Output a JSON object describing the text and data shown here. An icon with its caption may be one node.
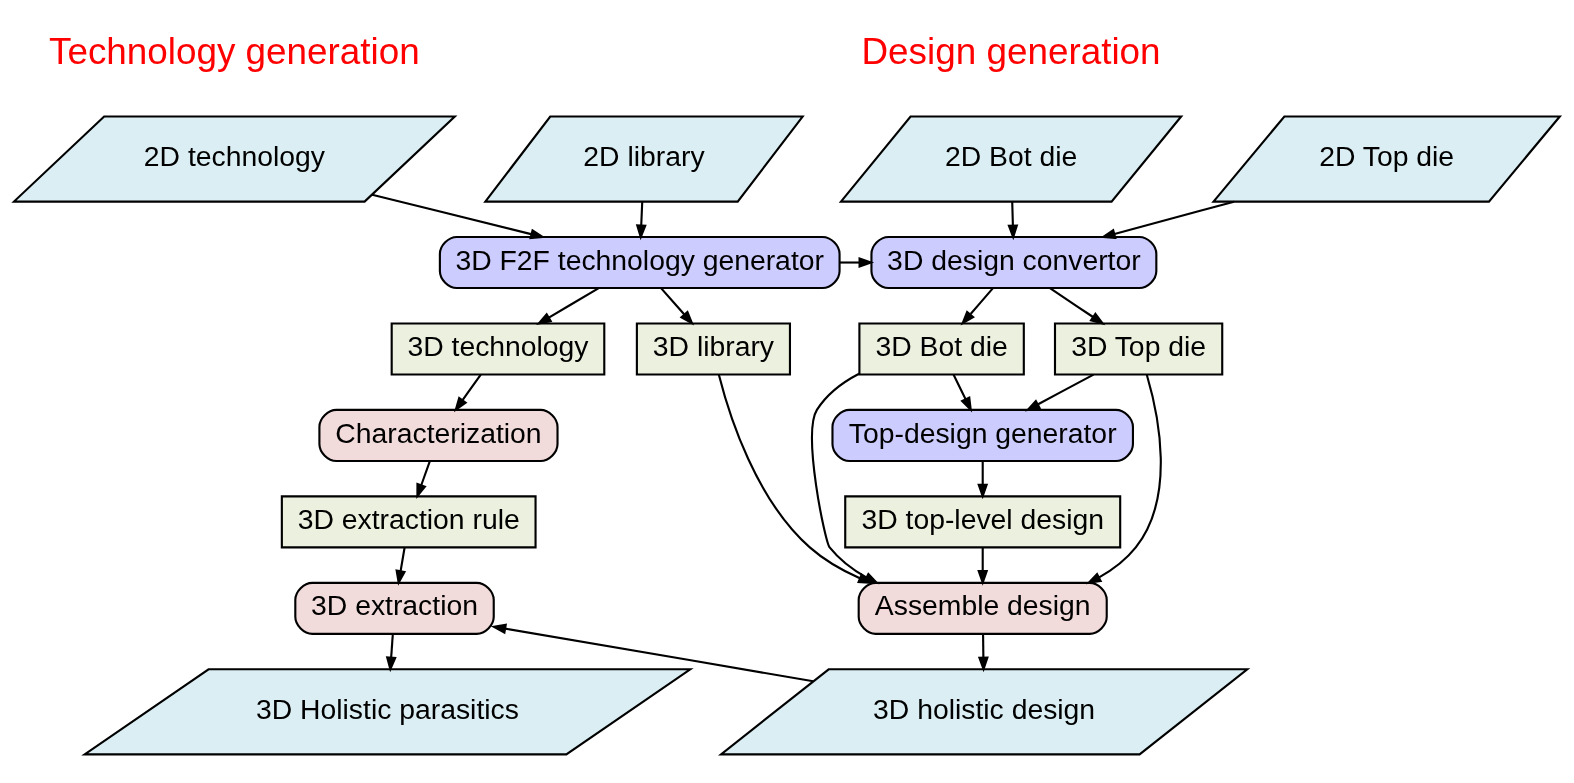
{
  "diagram": {
    "nodes": [
      {
        "text": [
          "2D technology"
        ]
      },
      {
        "text": [
          "2D library"
        ]
      },
      {
        "text": [
          "3D F2F technology generator"
        ]
      },
      {
        "text": [
          "3D technology"
        ]
      },
      {
        "text": [
          "3D library"
        ]
      },
      {
        "text": [
          "Characterization"
        ]
      },
      {
        "text": [
          "3D extraction rule"
        ]
      },
      {
        "text": [
          "3D extraction"
        ]
      },
      {
        "text": [
          "3D Holistic parasitics"
        ]
      },
      {
        "text": [
          "2D Bot die"
        ]
      },
      {
        "text": [
          "2D Top die"
        ]
      },
      {
        "text": [
          "3D design convertor"
        ]
      },
      {
        "text": [
          "3D Bot die"
        ]
      },
      {
        "text": [
          "3D Top die"
        ]
      },
      {
        "text": [
          "Top-design generator"
        ]
      },
      {
        "text": [
          "3D top-level design"
        ]
      },
      {
        "text": [
          "Assemble design"
        ]
      },
      {
        "text": [
          "3D holistic design"
        ]
      }
    ],
    "edges": [
      {
        "from": 0,
        "to": 2,
        "arrow": "to"
      },
      {
        "from": 1,
        "to": 2,
        "arrow": "to"
      },
      {
        "from": 2,
        "to": 3,
        "arrow": "to"
      },
      {
        "from": 2,
        "to": 4,
        "arrow": "to"
      },
      {
        "from": 2,
        "to": 11,
        "arrow": "to"
      },
      {
        "from": 3,
        "to": 5,
        "arrow": "to"
      },
      {
        "from": 5,
        "to": 6,
        "arrow": "to"
      },
      {
        "from": 6,
        "to": 7,
        "arrow": "to"
      },
      {
        "from": 7,
        "to": 8,
        "arrow": "to"
      },
      {
        "from": 9,
        "to": 11,
        "arrow": "to"
      },
      {
        "from": 10,
        "to": 11,
        "arrow": "to"
      },
      {
        "from": 11,
        "to": 12,
        "arrow": "to"
      },
      {
        "from": 11,
        "to": 13,
        "arrow": "to"
      },
      {
        "from": 12,
        "to": 14,
        "arrow": "to"
      },
      {
        "from": 13,
        "to": 14,
        "arrow": "to"
      },
      {
        "from": 14,
        "to": 15,
        "arrow": "to"
      },
      {
        "from": 4,
        "to": 16,
        "arrow": "to"
      },
      {
        "from": 12,
        "to": 16,
        "arrow": "to"
      },
      {
        "from": 15,
        "to": 16,
        "arrow": "to"
      },
      {
        "from": 13,
        "to": 16,
        "arrow": "to"
      },
      {
        "from": 16,
        "to": 17,
        "arrow": "to"
      },
      {
        "from": 17,
        "to": 7,
        "arrow": "to"
      }
    ],
    "labels": [
      "Technology generation",
      "Design generation"
    ]
  }
}
